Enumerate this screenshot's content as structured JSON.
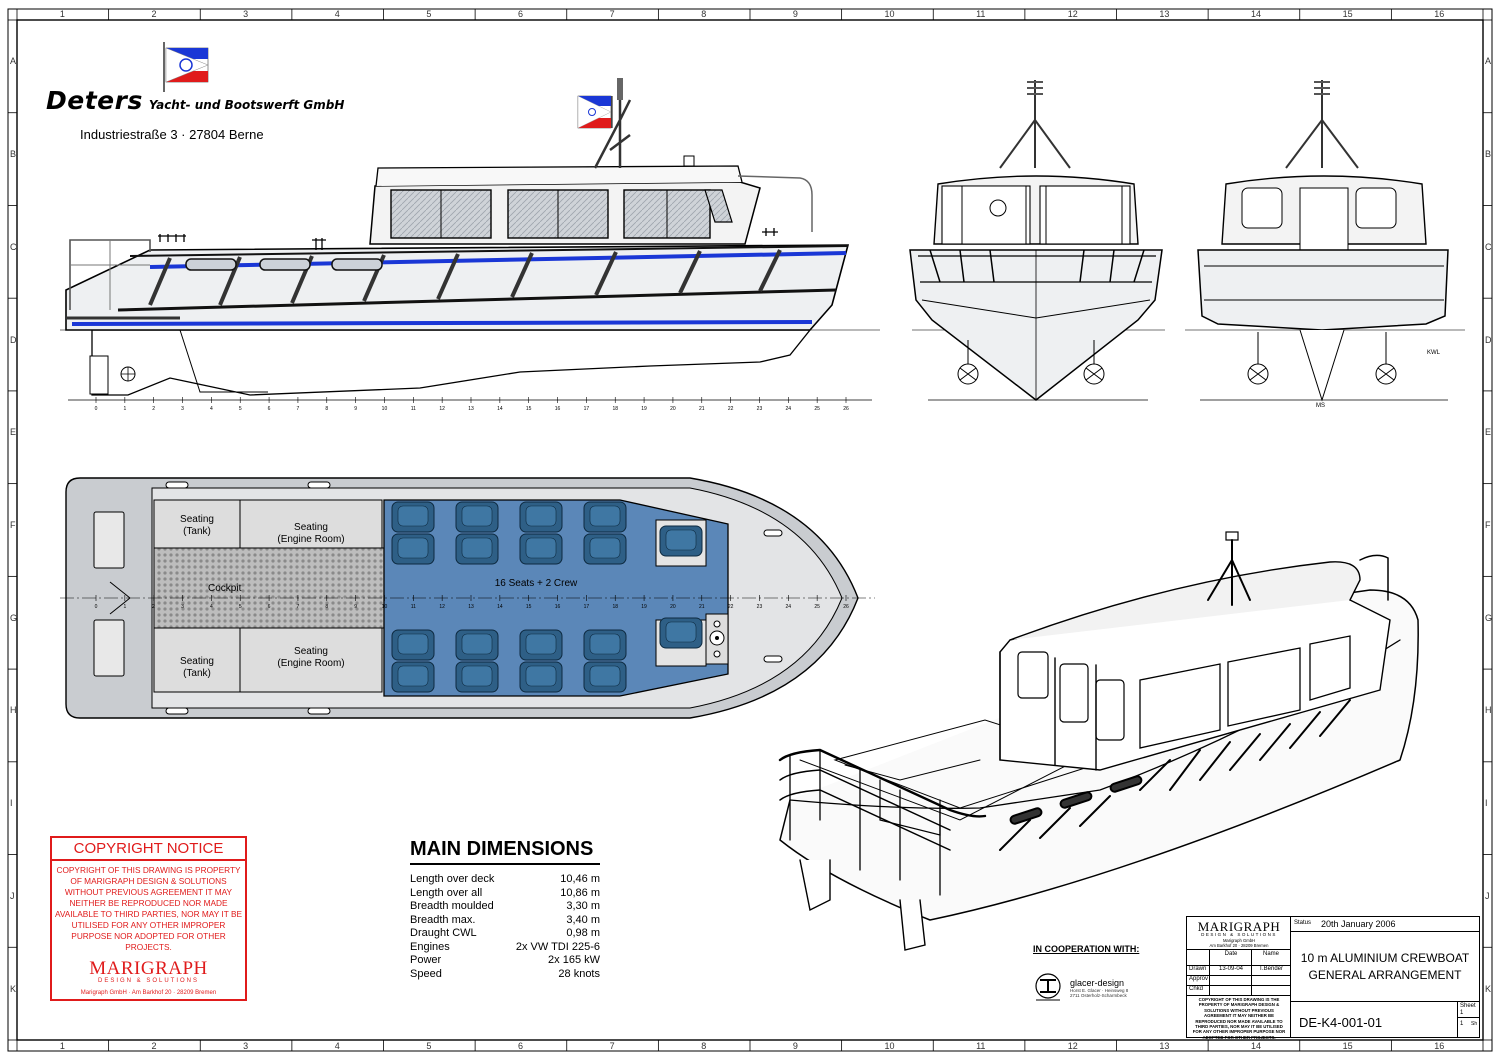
{
  "company": {
    "name": "Deters",
    "name_suffix": "Yacht- und Bootswerft GmbH",
    "address": "Industriestraße 3 · 27804 Berne"
  },
  "border": {
    "columns": [
      "1",
      "2",
      "3",
      "4",
      "5",
      "6",
      "7",
      "8",
      "9",
      "10",
      "11",
      "12",
      "13",
      "14",
      "15",
      "16"
    ],
    "rows": [
      "A",
      "B",
      "C",
      "D",
      "E",
      "F",
      "G",
      "H",
      "I",
      "J",
      "K"
    ]
  },
  "plan_view": {
    "seating_tank": "Seating\n(Tank)",
    "seating_engine": "Seating\n(Engine Room)",
    "cockpit": "Cockpit",
    "cabin": "16 Seats + 2 Crew",
    "frames": [
      "0",
      "1",
      "2",
      "3",
      "4",
      "5",
      "6",
      "7",
      "8",
      "9",
      "10",
      "11",
      "12",
      "13",
      "14",
      "15",
      "16",
      "17",
      "18",
      "19",
      "20",
      "21",
      "22",
      "23",
      "24",
      "25",
      "26"
    ]
  },
  "elevation_labels": {
    "kwl": "KWL",
    "ms": "MS"
  },
  "copyright": {
    "title": "COPYRIGHT NOTICE",
    "text": "COPYRIGHT OF THIS DRAWING IS PROPERTY OF MARIGRAPH DESIGN & SOLUTIONS WITHOUT PREVIOUS AGREEMENT IT MAY NEITHER BE REPRODUCED NOR MADE AVAILABLE TO THIRD PARTIES, NOR MAY IT BE UTILISED FOR ANY OTHER IMPROPER PURPOSE NOR ADOPTED FOR OTHER PROJECTS.",
    "brand": "MARIGRAPH",
    "brand_sub": "DESIGN & SOLUTIONS",
    "footer": "Marigraph GmbH · Am Barkhof 20 · 28209 Bremen"
  },
  "dimensions": {
    "title": "MAIN DIMENSIONS",
    "rows": [
      {
        "label": "Length over deck",
        "value": "10,46 m"
      },
      {
        "label": "Length over all",
        "value": "10,86 m"
      },
      {
        "label": "Breadth moulded",
        "value": "3,30 m"
      },
      {
        "label": "Breadth max.",
        "value": "3,40 m"
      },
      {
        "label": "Draught CWL",
        "value": "0,98 m"
      },
      {
        "label": "Engines",
        "value": "2x VW TDI 225-6"
      },
      {
        "label": "Power",
        "value": "2x 165 kW"
      },
      {
        "label": "Speed",
        "value": "28 knots"
      }
    ]
  },
  "cooperation": {
    "label": "IN COOPERATION WITH:",
    "partner": "glacer-design",
    "partner_addr1": "Horst E. Glacer · Heinsweg 8",
    "partner_addr2": "2711 Osterholz-Scharmbeck"
  },
  "title_block": {
    "brand": "MARIGRAPH",
    "brand_sub": "DESIGN & SOLUTIONS",
    "brand_addr1": "Marigraph GmbH",
    "brand_addr2": "Am Barkhof 20 · 28209 Bremen",
    "status_label": "Status",
    "status_value": "20th January 2006",
    "date_hdr": "Date",
    "name_hdr": "Name",
    "drawn": "Drawn",
    "drawn_date": "13-09-04",
    "drawn_name": "T.Bender",
    "approv": "Approv",
    "chkd": "Chkd",
    "title1": "10 m ALUMINIUM CREWBOAT",
    "title2": "GENERAL ARRANGEMENT",
    "notice": "COPYRIGHT OF THIS DRAWING IS THE PROPERTY OF MARIGRAPH DESIGN & SOLUTIONS WITHOUT PREVIOUS AGREEMENT IT MAY NEITHER BE REPRODUCED NOR MADE AVAILABLE TO THIRD PARTIES, NOR MAY IT BE UTILISED FOR ANY OTHER IMPROPER PURPOSE NOR ADOPTED FOR OTHER PROJECTS.",
    "drawing_no": "DE-K4-001-01",
    "sheet_label": "Sheet",
    "sheet_value": "1",
    "sheets_value": "1",
    "sheets_label": "Sh"
  }
}
